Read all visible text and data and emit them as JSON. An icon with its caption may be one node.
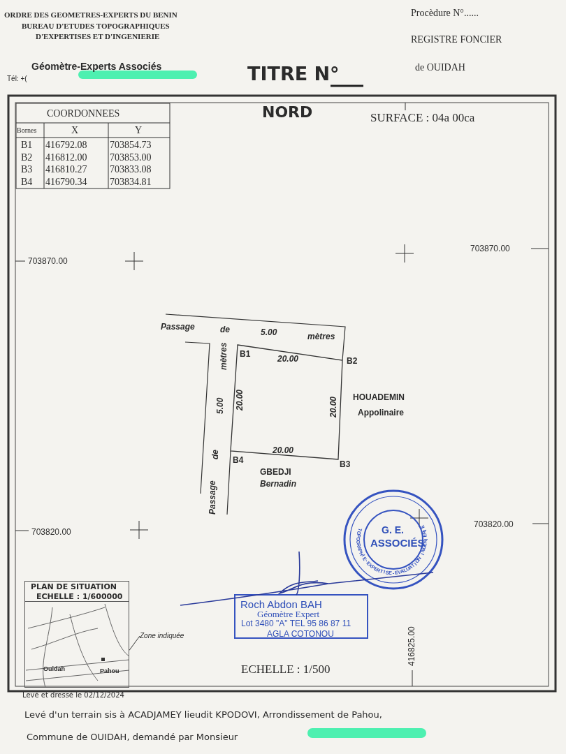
{
  "diagram": {
    "nodes": [
      {
        "text": [
          "PLAN DE SITUATION",
          "ECHELLE : 1/600000"
        ]
      },
      {
        "text": [
          "Zone indiquée"
        ]
      }
    ],
    "edges": [
      {
        "from": 1,
        "to": 0,
        "arrow": "none"
      }
    ],
    "labels": [
      "ORDRE DES GEOMETRES-EXPERTS DU BENIN",
      "BUREAU D'ETUDES TOPOGRAPHIQUES",
      "D'EXPERTISES ET D'INGENIERIE",
      "Géomètre-Experts Associés",
      "Tél: +(",
      "Procèdure N°......",
      "REGISTRE FONCIER",
      "de OUIDAH",
      "TITRE N°",
      "COORDONNEES",
      "Bornes",
      "X",
      "Y",
      "B1",
      "416792.08",
      "703854.73",
      "B2",
      "416812.00",
      "703853.00",
      "B3",
      "416810.27",
      "703833.08",
      "B4",
      "416790.34",
      "703834.81",
      "NORD",
      "SURFACE : 04a 00ca",
      "703870.00",
      "703870.00",
      "Passage",
      "de",
      "5.00",
      "mètres",
      "B1",
      "20.00",
      "B2",
      "20.00",
      "20.00",
      "HOUADEMIN",
      "Appolinaire",
      "20.00",
      "B4",
      "B3",
      "GBEDJI",
      "Bernadin",
      "mètres",
      "5.00",
      "de",
      "Passage",
      "703820.00",
      "703820.00",
      "Ouidah",
      "Pahou",
      "G. E.",
      "ASSOCIÉS",
      "TOPOGRAPHIE-EXPERTISE-EVALUATION INGENIERIE",
      "Roch Abdon BAH",
      "Géomètre Expert",
      "Lot 3480 \"A\" TEL 95 86 87 11",
      "AGLA COTONOU",
      "416825.00",
      "ECHELLE : 1/500",
      "Levé et dressé le 02/12/2024",
      "Levé d'un terrain sis à ACADJAMEY lieudit KPODOVI, Arrondissement de Pahou,",
      "Commune de OUIDAH, demandé par Monsieur"
    ]
  }
}
